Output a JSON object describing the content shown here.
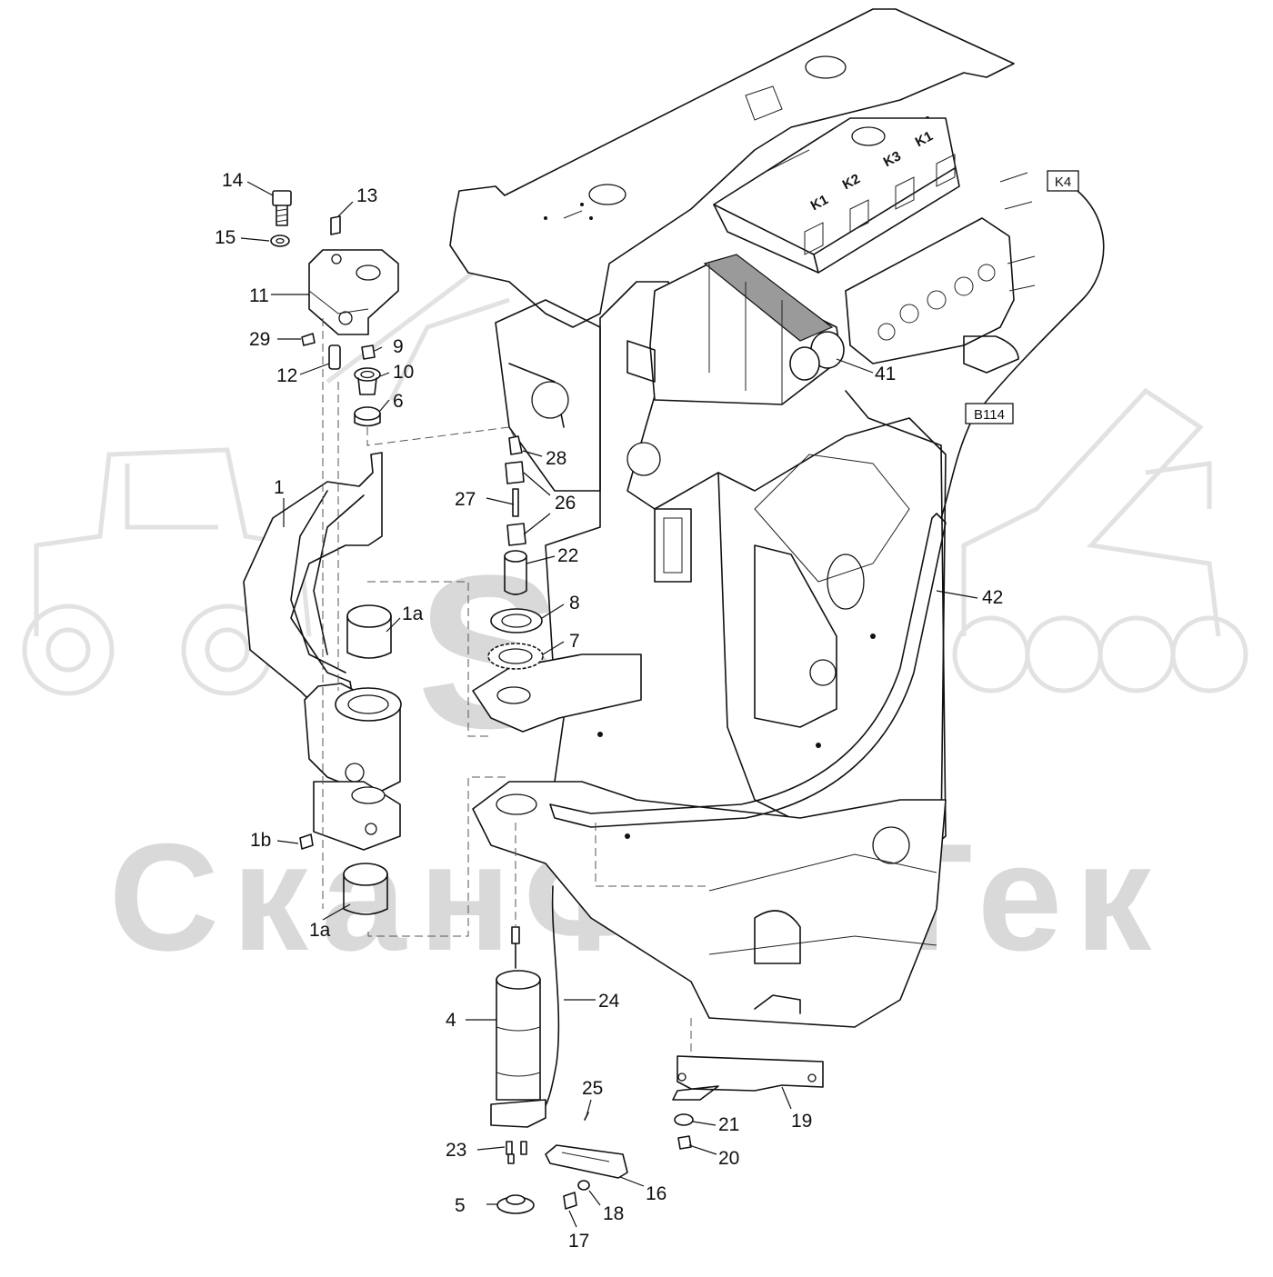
{
  "watermark": {
    "logo_text": "SFT",
    "brand_text": "СканФорТек"
  },
  "connector_tags": [
    "K4",
    "B114"
  ],
  "module_labels": [
    "K1",
    "K2",
    "K3",
    "K1"
  ],
  "callouts": [
    "1",
    "1a",
    "1a",
    "1b",
    "4",
    "5",
    "6",
    "7",
    "8",
    "9",
    "10",
    "11",
    "12",
    "13",
    "14",
    "15",
    "16",
    "17",
    "18",
    "19",
    "20",
    "21",
    "22",
    "23",
    "24",
    "25",
    "26",
    "27",
    "28",
    "29",
    "41",
    "42"
  ],
  "colors": {
    "line": "#111111",
    "watermark": "#d9d9d9",
    "highlight": "#9a9a9a"
  }
}
